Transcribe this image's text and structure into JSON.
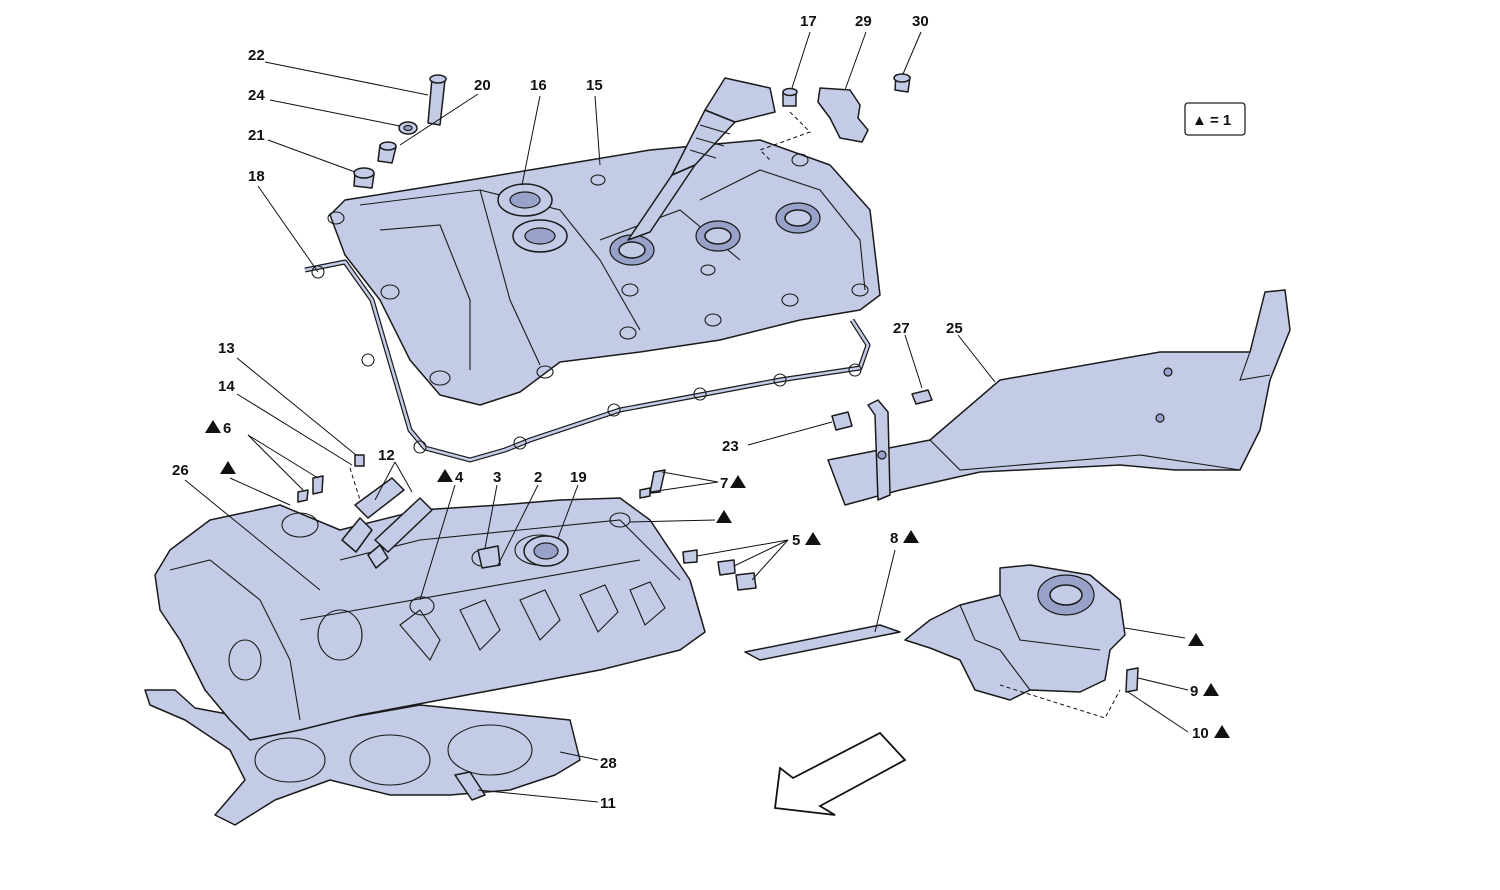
{
  "legend": {
    "symbol": "▲",
    "text": "= 1"
  },
  "callouts": [
    {
      "id": "c22",
      "label": "22"
    },
    {
      "id": "c24",
      "label": "24"
    },
    {
      "id": "c20",
      "label": "20"
    },
    {
      "id": "c21",
      "label": "21"
    },
    {
      "id": "c16",
      "label": "16"
    },
    {
      "id": "c15",
      "label": "15"
    },
    {
      "id": "c18",
      "label": "18"
    },
    {
      "id": "c17",
      "label": "17"
    },
    {
      "id": "c29",
      "label": "29"
    },
    {
      "id": "c30",
      "label": "30"
    },
    {
      "id": "c27",
      "label": "27"
    },
    {
      "id": "c25",
      "label": "25"
    },
    {
      "id": "c23",
      "label": "23"
    },
    {
      "id": "c13",
      "label": "13"
    },
    {
      "id": "c14",
      "label": "14"
    },
    {
      "id": "c6",
      "label": "6",
      "marked": "left"
    },
    {
      "id": "c26",
      "label": "26"
    },
    {
      "id": "cA1",
      "label": "",
      "marked": "only"
    },
    {
      "id": "c12",
      "label": "12"
    },
    {
      "id": "c4",
      "label": "4",
      "marked": "left"
    },
    {
      "id": "c3",
      "label": "3"
    },
    {
      "id": "c2",
      "label": "2"
    },
    {
      "id": "c19",
      "label": "19"
    },
    {
      "id": "c7",
      "label": "7",
      "marked": "right"
    },
    {
      "id": "cA2",
      "label": "",
      "marked": "only"
    },
    {
      "id": "c5",
      "label": "5",
      "marked": "right"
    },
    {
      "id": "c8",
      "label": "8",
      "marked": "right"
    },
    {
      "id": "cA3",
      "label": "",
      "marked": "only"
    },
    {
      "id": "c9",
      "label": "9",
      "marked": "right"
    },
    {
      "id": "c10",
      "label": "10",
      "marked": "right"
    },
    {
      "id": "c28",
      "label": "28"
    },
    {
      "id": "c11",
      "label": "11"
    }
  ]
}
